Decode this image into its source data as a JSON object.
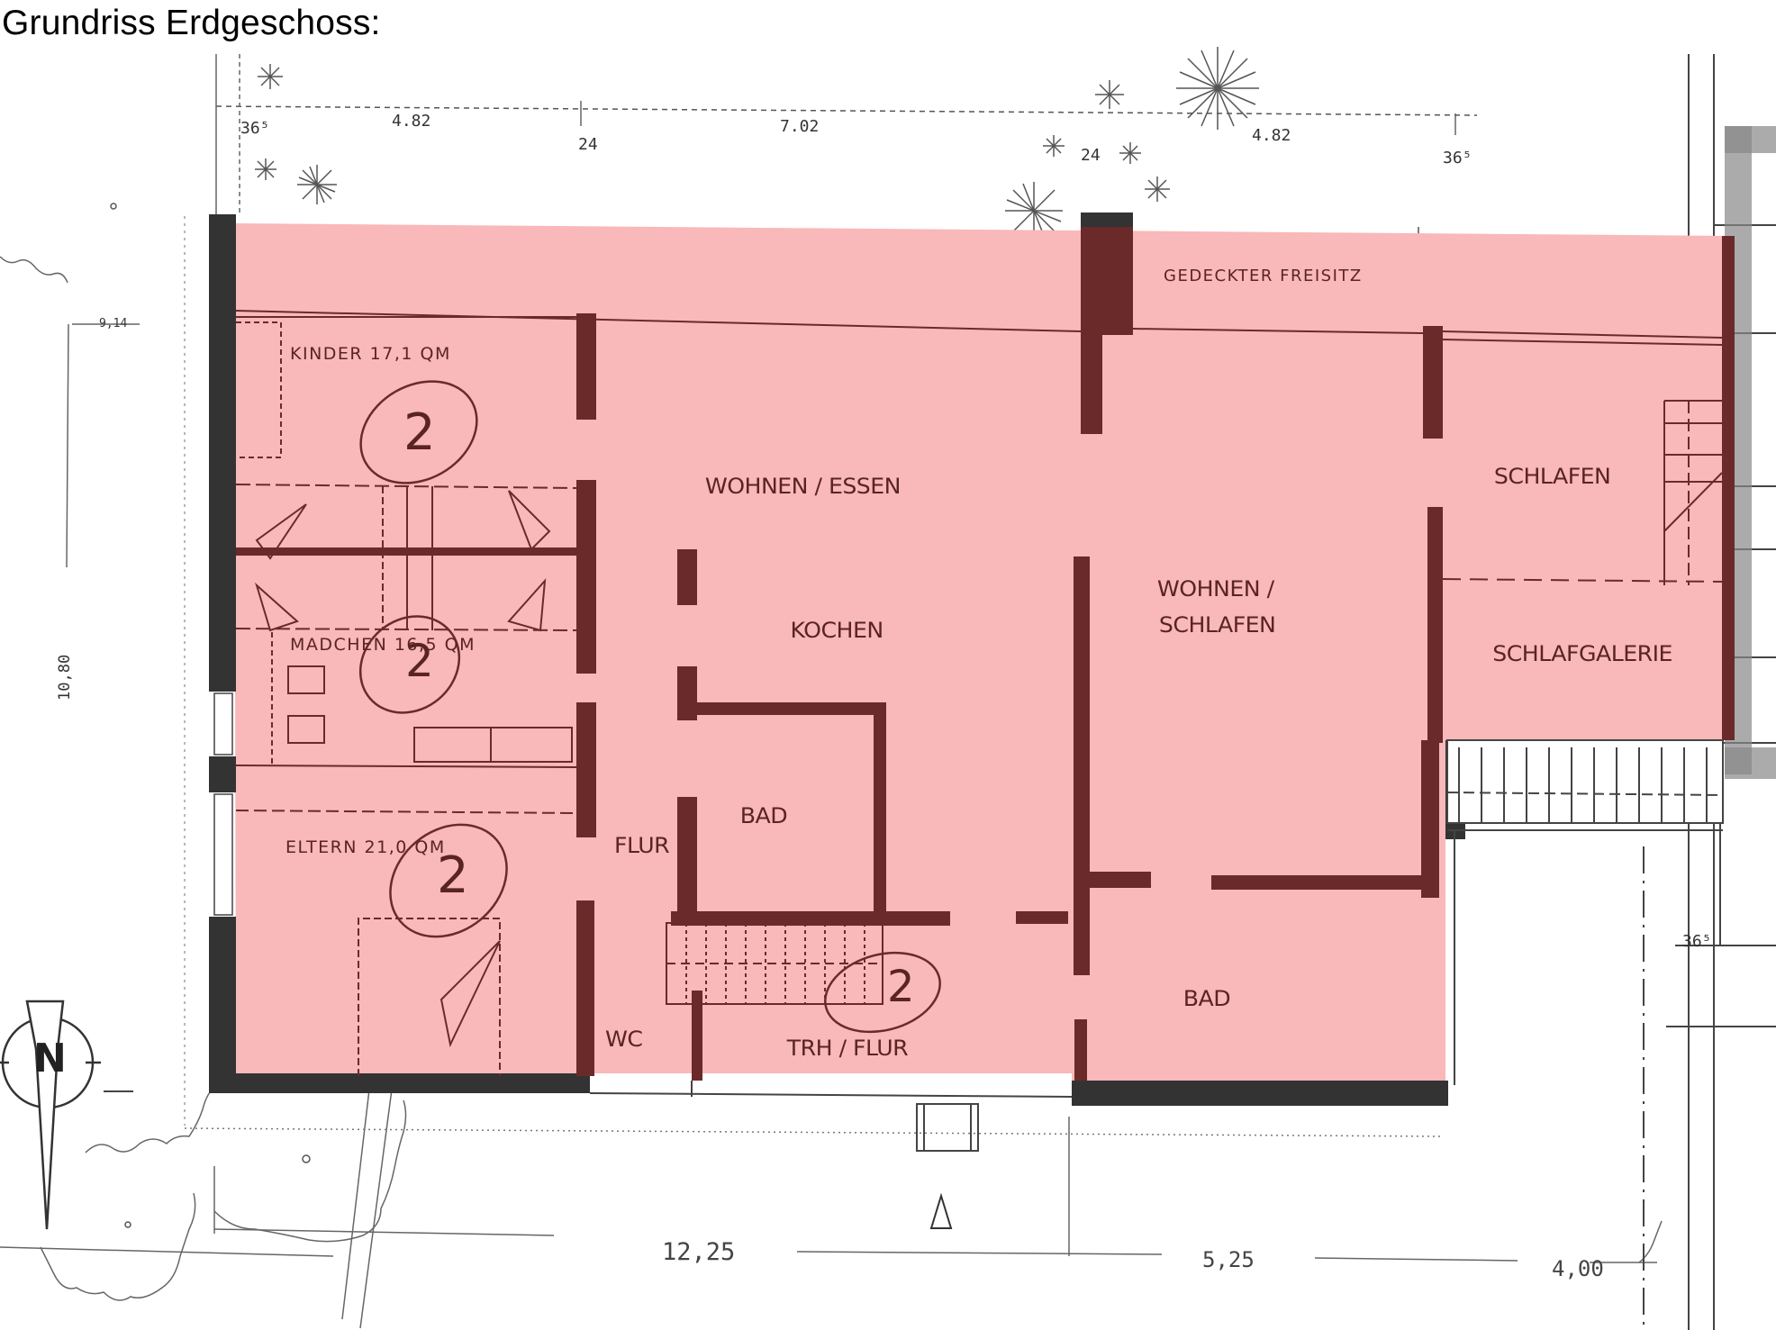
{
  "title": "Grundriss Erdgeschoss:",
  "colors": {
    "highlight_fill": "#f9b8b9",
    "wall_on_highlight": "#6b2a2a",
    "outer_wall": "#333333",
    "label_text": "#5a2424",
    "dimension_text": "#333333"
  },
  "rooms": {
    "kinder": "KINDER 17,1 QM",
    "maedchen": "MADCHEN 16,5 QM",
    "eltern": "ELTERN 21,0 QM",
    "gedeckter_freisitz": "GEDECKTER FREISITZ",
    "wohnen_essen": "WOHNEN / ESSEN",
    "kochen": "KOCHEN",
    "flur": "FLUR",
    "bad_center": "BAD",
    "wc": "WC",
    "trh_flur": "TRH / FLUR",
    "wohnen_schlafen_line1": "WOHNEN /",
    "wohnen_schlafen_line2": "SCHLAFEN",
    "schlafen": "SCHLAFEN",
    "schlafgalerie": "SCHLAFGALERIE",
    "bad_right": "BAD"
  },
  "markers": {
    "circled_number": "2"
  },
  "dimensions": {
    "top": [
      "36⁵",
      "4.82",
      "24",
      "7.02",
      "24",
      "4.82",
      "36⁵"
    ],
    "left_vertical": "10,80",
    "left_small": "9,14",
    "right_small": "36⁵",
    "bottom": [
      "12,25",
      "5,25",
      "4,00"
    ]
  },
  "north_arrow": {
    "letter": "N",
    "icon": "north-arrow-icon"
  },
  "entrance_marker": {
    "icon": "entrance-triangle-icon"
  }
}
